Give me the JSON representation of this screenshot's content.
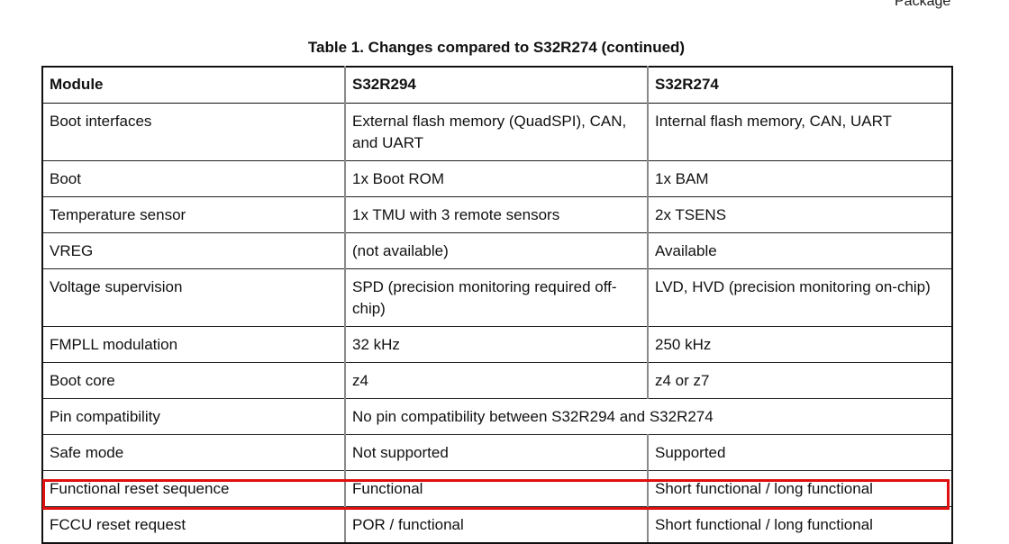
{
  "page": {
    "running_header": "Package"
  },
  "table": {
    "caption": "Table 1.  Changes compared to S32R274 (continued)",
    "columns": [
      "Module",
      "S32R294",
      "S32R274"
    ],
    "rows": [
      {
        "module": "Boot interfaces",
        "s32r294": "External flash memory (QuadSPI), CAN, and UART",
        "s32r274": "Internal flash memory, CAN, UART"
      },
      {
        "module": "Boot",
        "s32r294": "1x Boot ROM",
        "s32r274": "1x BAM"
      },
      {
        "module": "Temperature sensor",
        "s32r294": "1x TMU with 3 remote sensors",
        "s32r274": "2x TSENS"
      },
      {
        "module": "VREG",
        "s32r294": "(not available)",
        "s32r274": "Available"
      },
      {
        "module": "Voltage supervision",
        "s32r294": "SPD (precision monitoring required off-chip)",
        "s32r274": "LVD, HVD (precision monitoring on-chip)"
      },
      {
        "module": "FMPLL modulation",
        "s32r294": "32 kHz",
        "s32r274": "250 kHz"
      },
      {
        "module": "Boot core",
        "s32r294": "z4",
        "s32r274": "z4 or z7"
      },
      {
        "module": "Pin compatibility",
        "merged": "No pin compatibility between S32R294 and S32R274"
      },
      {
        "module": "Safe mode",
        "s32r294": "Not supported",
        "s32r274": "Supported"
      },
      {
        "module": "Functional reset sequence",
        "s32r294": "Functional",
        "s32r274": "Short functional / long functional"
      },
      {
        "module": "FCCU reset request",
        "s32r294": "POR / functional",
        "s32r274": "Short functional / long functional"
      }
    ],
    "highlighted_row_index": 10
  },
  "colors": {
    "highlight_border": "#e01010",
    "table_border": "#111111",
    "column_divider": "#8a8a8a"
  }
}
